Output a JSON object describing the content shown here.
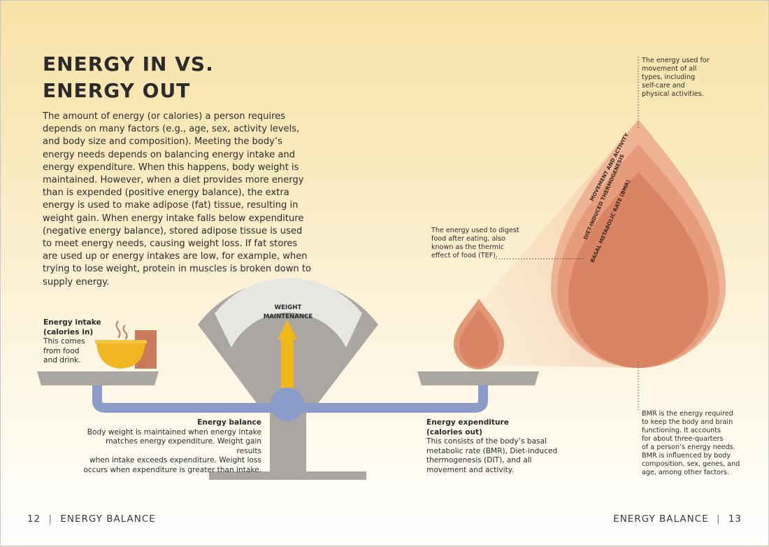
{
  "page": {
    "title_line1": "ENERGY IN VS.",
    "title_line2": "ENERGY OUT",
    "intro": "The amount of energy (or calories) a person requires depends on many factors (e.g., age, sex, activity levels, and body size and composition). Meeting the body’s energy needs depends on balancing energy intake and energy expenditure. When this happens, body weight is maintained. However, when a diet provides more energy than is expended (positive energy balance), the extra energy is used to make adipose (fat) tissue, resulting in weight gain. When energy intake falls below expenditure (negative energy balance), stored adipose tissue is used to meet energy needs, causing weight loss. If fat stores are used up or energy intakes are low, for example, when trying to lose weight, protein in muscles is broken down to supply energy."
  },
  "scale": {
    "dial_line1": "WEIGHT",
    "dial_line2": "MAINTENANCE"
  },
  "intake": {
    "heading1": "Energy intake",
    "heading2": "(calories in)",
    "body": [
      "This comes",
      "from food",
      "and drink."
    ]
  },
  "balance": {
    "heading": "Energy balance",
    "body": [
      "Body weight is maintained when energy intake",
      "matches energy expenditure. Weight gain results",
      "when intake exceeds expenditure. Weight loss",
      "occurs when expenditure is greater than intake."
    ]
  },
  "expenditure": {
    "heading1": "Energy expenditure",
    "heading2": "(calories out)",
    "body": [
      "This consists of the body’s basal",
      "metabolic rate (BMR), Diet-induced",
      "thermogenesis (DIT), and all",
      "movement and activity."
    ]
  },
  "drop": {
    "layer_movement": "MOVEMENT AND ACTIVITY",
    "layer_dit": "DIET-INDUCED THERMOGENESIS",
    "layer_bmr": "BASAL METABOLIC RATE (BMR)"
  },
  "notes": {
    "movement": [
      "The energy used for",
      "movement of all",
      "types, including",
      "self-care and",
      "physical activities."
    ],
    "tef": [
      "The energy used to digest",
      "food after eating, also",
      "known as the thermic",
      "effect of food (TEF)."
    ],
    "bmr": [
      "BMR is the energy required",
      "to keep the body and brain",
      "functioning. It accounts",
      "for about three-quarters",
      "of a person’s energy needs.",
      "BMR is influenced by body",
      "composition, sex, genes, and",
      "age, among other factors."
    ]
  },
  "footer": {
    "left_page": "12",
    "left_section": "ENERGY BALANCE",
    "right_section": "ENERGY BALANCE",
    "right_page": "13"
  },
  "colors": {
    "scale_grey": "#aaa6a2",
    "beam_blue": "#8c9cc8",
    "arrow_yellow": "#f0b81a",
    "bowl_yellow": "#f0b521",
    "cup_terracotta": "#c97a5a",
    "drop_outer": "#eaa887",
    "drop_inner": "#d98563"
  }
}
